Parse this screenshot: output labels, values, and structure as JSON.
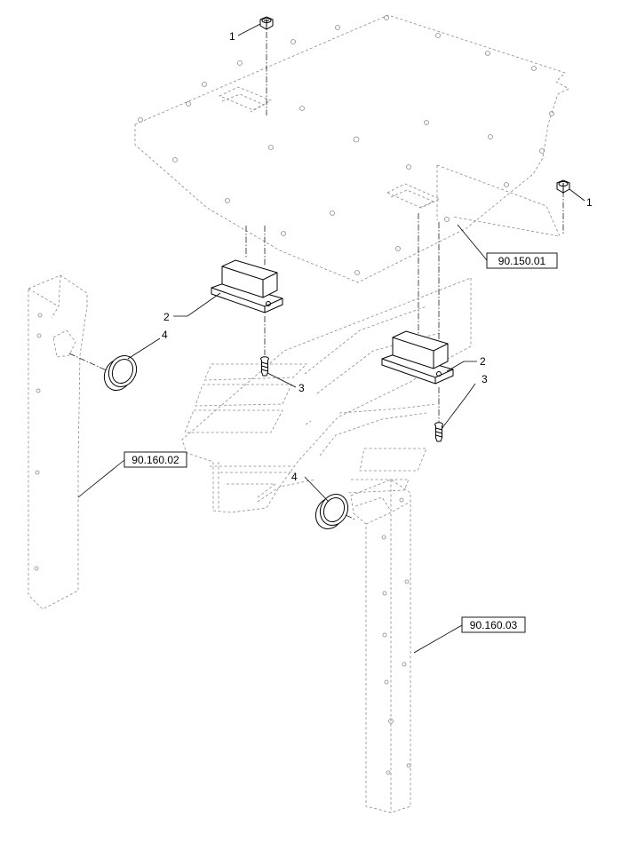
{
  "diagram": {
    "callouts": {
      "nut_top": "1",
      "nut_right": "1",
      "bracket_left": "2",
      "bracket_right": "2",
      "screw_left": "3",
      "screw_right": "3",
      "plug_left": "4",
      "plug_right": "4"
    },
    "references": {
      "plate": "90.150.01",
      "post_left": "90.160.02",
      "post_right": "90.160.03"
    }
  }
}
